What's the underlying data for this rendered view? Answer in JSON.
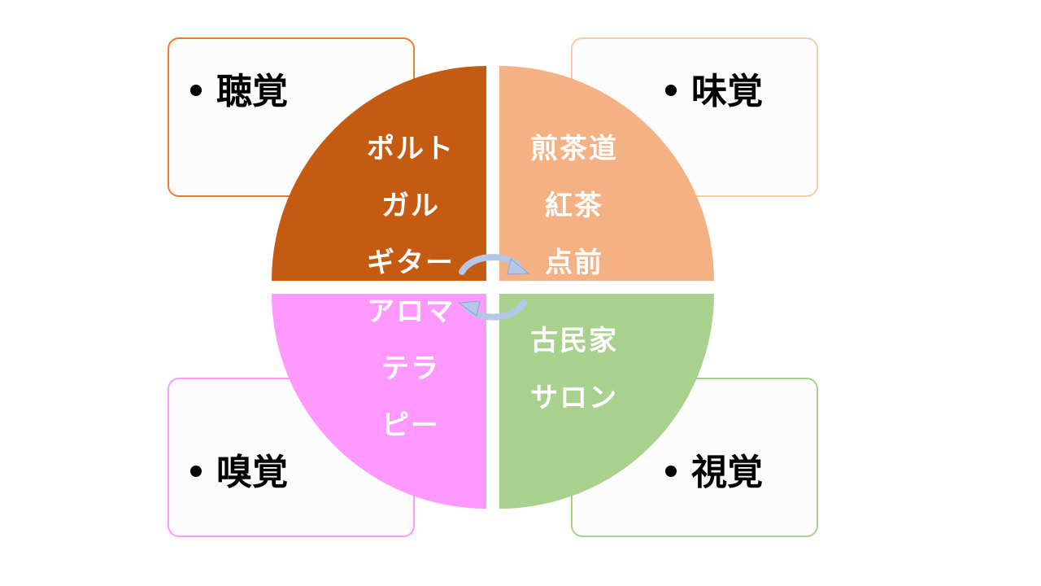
{
  "colors": {
    "auditory": "#c55a11",
    "taste": "#f4b183",
    "smell": "#ff99ff",
    "visual": "#a9d18e",
    "arrow": "#b4c7e7"
  },
  "boxes": {
    "top_left": {
      "label": "聴覚",
      "border": "#ed7d31"
    },
    "top_right": {
      "label": "味覚",
      "border": "#f8cbad"
    },
    "bottom_left": {
      "label": "嗅覚",
      "border": "#ff99ff"
    },
    "bottom_right": {
      "label": "視覚",
      "border": "#a9d18e"
    }
  },
  "quadrants": {
    "top_left": {
      "lines": [
        "ポルト",
        "ガル",
        "ギター"
      ]
    },
    "top_right": {
      "lines": [
        "煎茶道",
        "紅茶",
        "点前"
      ]
    },
    "bottom_left": {
      "lines": [
        "アロマ",
        "テラ",
        "ピー"
      ]
    },
    "bottom_right": {
      "lines": [
        "古民家",
        "サロン"
      ]
    }
  },
  "icons": [
    "cycle-arrow-top-icon",
    "cycle-arrow-bottom-icon"
  ]
}
